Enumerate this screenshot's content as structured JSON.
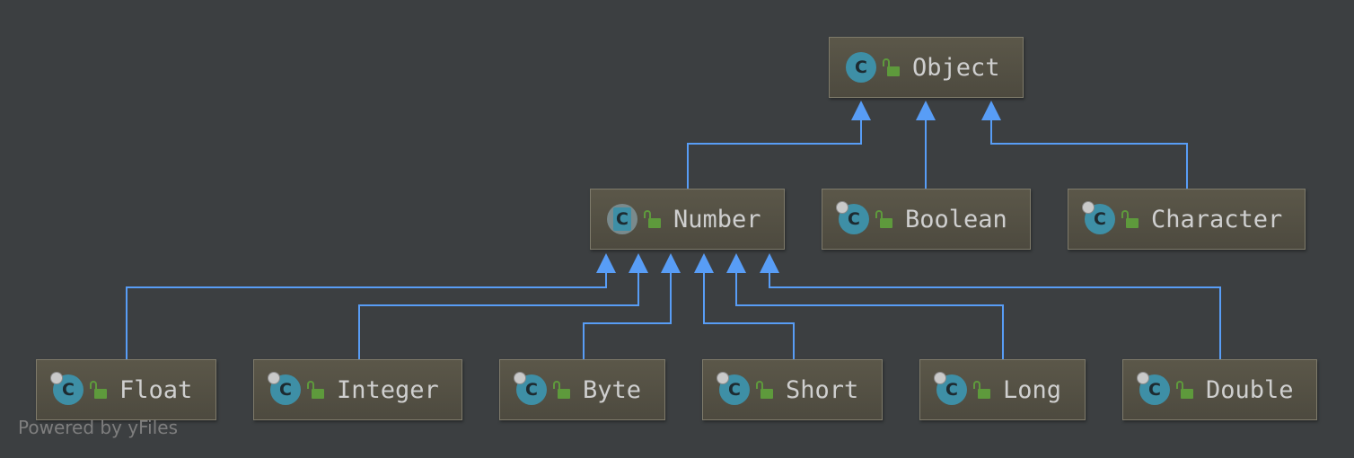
{
  "diagram": {
    "nodes": [
      {
        "id": "object",
        "label": "Object",
        "icon": "class-icon",
        "modifier": "public"
      },
      {
        "id": "number",
        "label": "Number",
        "icon": "abstract-class-icon",
        "modifier": "public"
      },
      {
        "id": "boolean",
        "label": "Boolean",
        "icon": "final-class-icon",
        "modifier": "public"
      },
      {
        "id": "character",
        "label": "Character",
        "icon": "final-class-icon",
        "modifier": "public"
      },
      {
        "id": "float",
        "label": "Float",
        "icon": "final-class-icon",
        "modifier": "public"
      },
      {
        "id": "integer",
        "label": "Integer",
        "icon": "final-class-icon",
        "modifier": "public"
      },
      {
        "id": "byte",
        "label": "Byte",
        "icon": "final-class-icon",
        "modifier": "public"
      },
      {
        "id": "short",
        "label": "Short",
        "icon": "final-class-icon",
        "modifier": "public"
      },
      {
        "id": "long",
        "label": "Long",
        "icon": "final-class-icon",
        "modifier": "public"
      },
      {
        "id": "double",
        "label": "Double",
        "icon": "final-class-icon",
        "modifier": "public"
      }
    ],
    "edges": [
      {
        "from": "number",
        "to": "object"
      },
      {
        "from": "boolean",
        "to": "object"
      },
      {
        "from": "character",
        "to": "object"
      },
      {
        "from": "float",
        "to": "number"
      },
      {
        "from": "integer",
        "to": "number"
      },
      {
        "from": "byte",
        "to": "number"
      },
      {
        "from": "short",
        "to": "number"
      },
      {
        "from": "long",
        "to": "number"
      },
      {
        "from": "double",
        "to": "number"
      }
    ],
    "icon_glyph": "C",
    "edge_color": "#589df6",
    "watermark": "Powered by yFiles"
  }
}
